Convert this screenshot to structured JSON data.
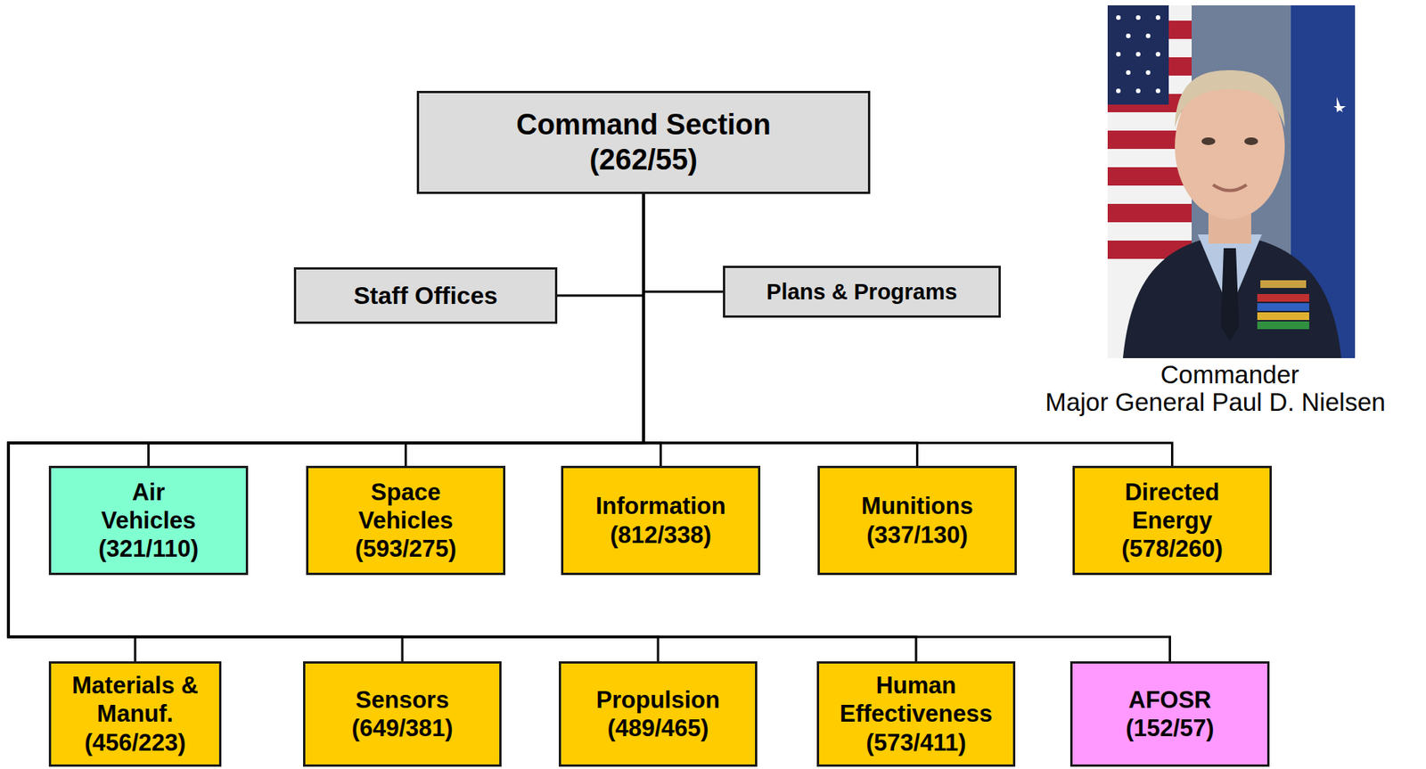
{
  "diagram": {
    "nodes": [
      {
        "text": [
          "Command Section",
          "(262/55)"
        ]
      },
      {
        "text": [
          "Staff Offices"
        ]
      },
      {
        "text": [
          "Plans & Programs"
        ]
      },
      {
        "text": [
          "Air Vehicles",
          "(321/110)"
        ]
      },
      {
        "text": [
          "Space Vehicles",
          "(593/275)"
        ]
      },
      {
        "text": [
          "Information",
          "(812/338)"
        ]
      },
      {
        "text": [
          "Munitions",
          "(337/130)"
        ]
      },
      {
        "text": [
          "Directed Energy",
          "(578/260)"
        ]
      },
      {
        "text": [
          "Materials & Manuf.",
          "(456/223)"
        ]
      },
      {
        "text": [
          "Sensors",
          "(649/381)"
        ]
      },
      {
        "text": [
          "Propulsion",
          "(489/465)"
        ]
      },
      {
        "text": [
          "Human Effectiveness",
          "(573/411)"
        ]
      },
      {
        "text": [
          "AFOSR",
          "(152/57)"
        ]
      }
    ],
    "edges": [
      {
        "from": 0,
        "to": 1,
        "arrow": "none"
      },
      {
        "from": 0,
        "to": 2,
        "arrow": "none"
      },
      {
        "from": 0,
        "to": 3,
        "arrow": "none"
      },
      {
        "from": 0,
        "to": 4,
        "arrow": "none"
      },
      {
        "from": 0,
        "to": 5,
        "arrow": "none"
      },
      {
        "from": 0,
        "to": 6,
        "arrow": "none"
      },
      {
        "from": 0,
        "to": 7,
        "arrow": "none"
      },
      {
        "from": 0,
        "to": 8,
        "arrow": "none"
      },
      {
        "from": 0,
        "to": 9,
        "arrow": "none"
      },
      {
        "from": 0,
        "to": 10,
        "arrow": "none"
      },
      {
        "from": 0,
        "to": 11,
        "arrow": "none"
      },
      {
        "from": 0,
        "to": 12,
        "arrow": "none"
      }
    ],
    "labels": [
      "Commander",
      "Major General Paul D. Nielsen"
    ]
  }
}
